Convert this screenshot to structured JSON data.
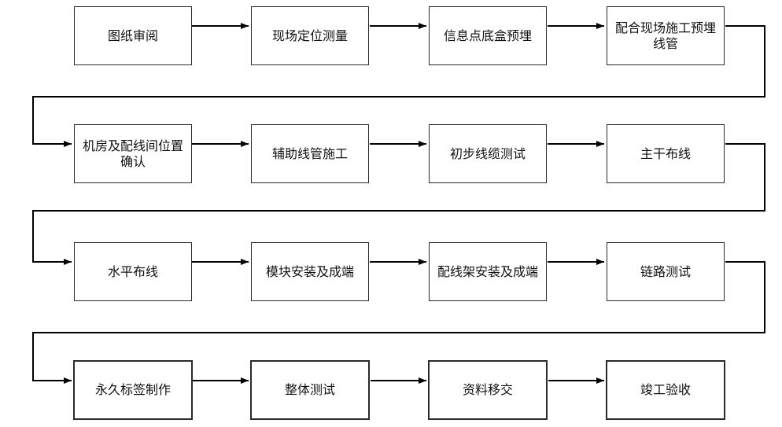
{
  "flowchart": {
    "rows": [
      {
        "steps": [
          "图纸审阅",
          "现场定位测量",
          "信息点底盒预埋",
          "配合现场施工预埋线管"
        ]
      },
      {
        "steps": [
          "机房及配线间位置确认",
          "辅助线管施工",
          "初步线缆测试",
          "主干布线"
        ]
      },
      {
        "steps": [
          "水平布线",
          "模块安装及成端",
          "配线架安装及成端",
          "链路测试"
        ]
      },
      {
        "steps": [
          "永久标签制作",
          "整体测试",
          "资料移交",
          "竣工验收"
        ]
      }
    ]
  },
  "colors": {
    "line": "#000000",
    "box_border": "#2a2a2a",
    "text": "#111111",
    "background": "#ffffff"
  }
}
